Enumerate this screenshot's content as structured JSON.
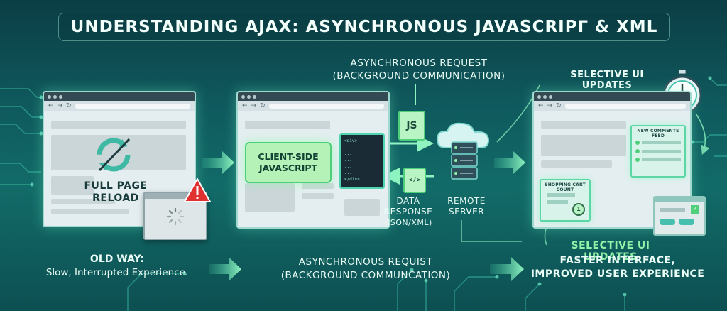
{
  "title": "UNDERSTANDING AJAX: ASYNCHRONOUS JAVASCRIPᒥ & XML",
  "top_request_label": {
    "line1": "ASYNCHRONOUS REQUEST",
    "line2": "(BACKGROUND COMMUNICATION)"
  },
  "left_panel": {
    "reload_label": "FULL PAGE RELOAD"
  },
  "middle_panel": {
    "client_label": "CLIENT-SIDE JAVASCRIPT",
    "code_lines": [
      "<div>",
      "  ...",
      "  ...",
      "  ...",
      "  ...",
      "  ...",
      "</div>"
    ]
  },
  "js_file_label": "JS",
  "data_response": {
    "line1": "DATA",
    "line2": "RESPONSE",
    "line3": "(JSON/XML)"
  },
  "server_label": {
    "line1": "REMOTE",
    "line2": "SERVER"
  },
  "right_panel": {
    "top_label": "SELECTIVE UI UPDATES",
    "feed_title": "NEW COMMENTS FEED",
    "cart_title": "SHOPPING CART COUNT",
    "cart_count": "1",
    "bottom_label": "SELECTIVE UI UPDATES"
  },
  "bottom_captions": {
    "old_way_title": "OLD WAY:",
    "old_way_text": "Slow, Interrupted Experience.",
    "middle_line1": "ASYNCHRONOUS REQUIST",
    "middle_line2": "(BACKGROUND COMMUNCATION)",
    "right_line1": "FASTER INTERFACE,",
    "right_line2": "IMPROVED USER EXPERIENCE"
  },
  "colors": {
    "background": "#0f5a5e",
    "accent_green": "#8ff3a8",
    "warning_red": "#e0302f"
  }
}
